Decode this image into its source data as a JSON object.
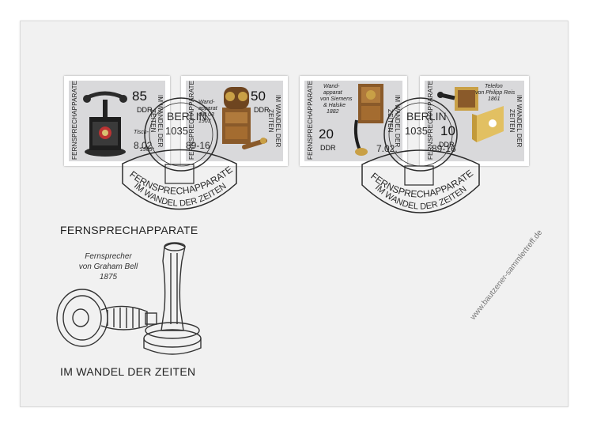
{
  "cover": {
    "heading_top": "FERNSPRECHAPPARATE",
    "heading_bottom": "IM WANDEL DER ZEITEN",
    "illustration_caption": [
      "Fernsprecher",
      "von Graham Bell",
      "1875"
    ]
  },
  "stamps": [
    {
      "side_left": "FERNSPRECHAPPARATE",
      "side_right": "IM WANDEL DER ZEITEN",
      "value": "85",
      "currency": "DDR",
      "caption": [
        "Tisch-",
        "1905"
      ]
    },
    {
      "side_left": "FERNSPRECHAPPARATE",
      "side_right": "IM WANDEL DER ZEITEN",
      "value": "50",
      "currency": "DDR",
      "caption": [
        "Wand-",
        "apparat",
        "OB 03",
        "1903"
      ]
    },
    {
      "side_left": "FERNSPRECHAPPARATE",
      "side_right": "IM WANDEL DER ZEITEN",
      "value": "20",
      "currency": "DDR",
      "caption": [
        "Wand-",
        "apparat",
        "von Siemens",
        "& Halske",
        "1882"
      ]
    },
    {
      "side_left": "FERNSPRECHAPPARATE",
      "side_right": "IM WANDEL DER ZEITEN",
      "value": "10",
      "currency": "DDR",
      "caption": [
        "Telefon",
        "von Philipp Reis",
        "1861"
      ]
    }
  ],
  "postmarks": [
    {
      "city": "BERLIN",
      "code": "1035",
      "date": "8.02.",
      "time": "89-16",
      "arc_text": "FERNSPRECHAPPARATE",
      "arc_text_2": "IM WANDEL DER ZEITEN"
    },
    {
      "city": "BERLIN",
      "code": "1035",
      "date": "7.02.",
      "time": "89-16",
      "arc_text": "FERNSPRECHAPPARATE",
      "arc_text_2": "IM WANDEL DER ZEITEN"
    }
  ],
  "watermark": "www.bautzener-sammlertreff.de",
  "colors": {
    "envelope": "#f1f1f1",
    "stamp_bg": "#d9d9db",
    "brass": "#c9a046",
    "wood": "#8a5a2a",
    "ink": "#2b2b2b"
  }
}
